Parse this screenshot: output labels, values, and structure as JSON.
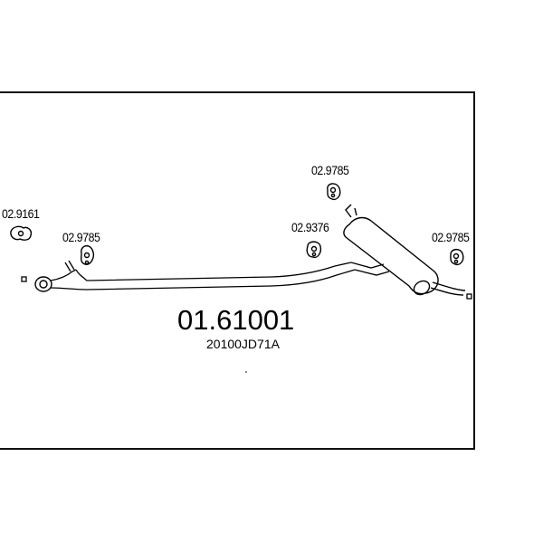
{
  "diagram": {
    "part_number": "01.61001",
    "oem_number": "20100JD71A",
    "components": [
      {
        "id": "clamp-front",
        "code": "02.9161"
      },
      {
        "id": "hanger-front",
        "code": "02.9785"
      },
      {
        "id": "hanger-mid",
        "code": "02.9376"
      },
      {
        "id": "hanger-top",
        "code": "02.9785"
      },
      {
        "id": "hanger-rear",
        "code": "02.9785"
      }
    ]
  }
}
